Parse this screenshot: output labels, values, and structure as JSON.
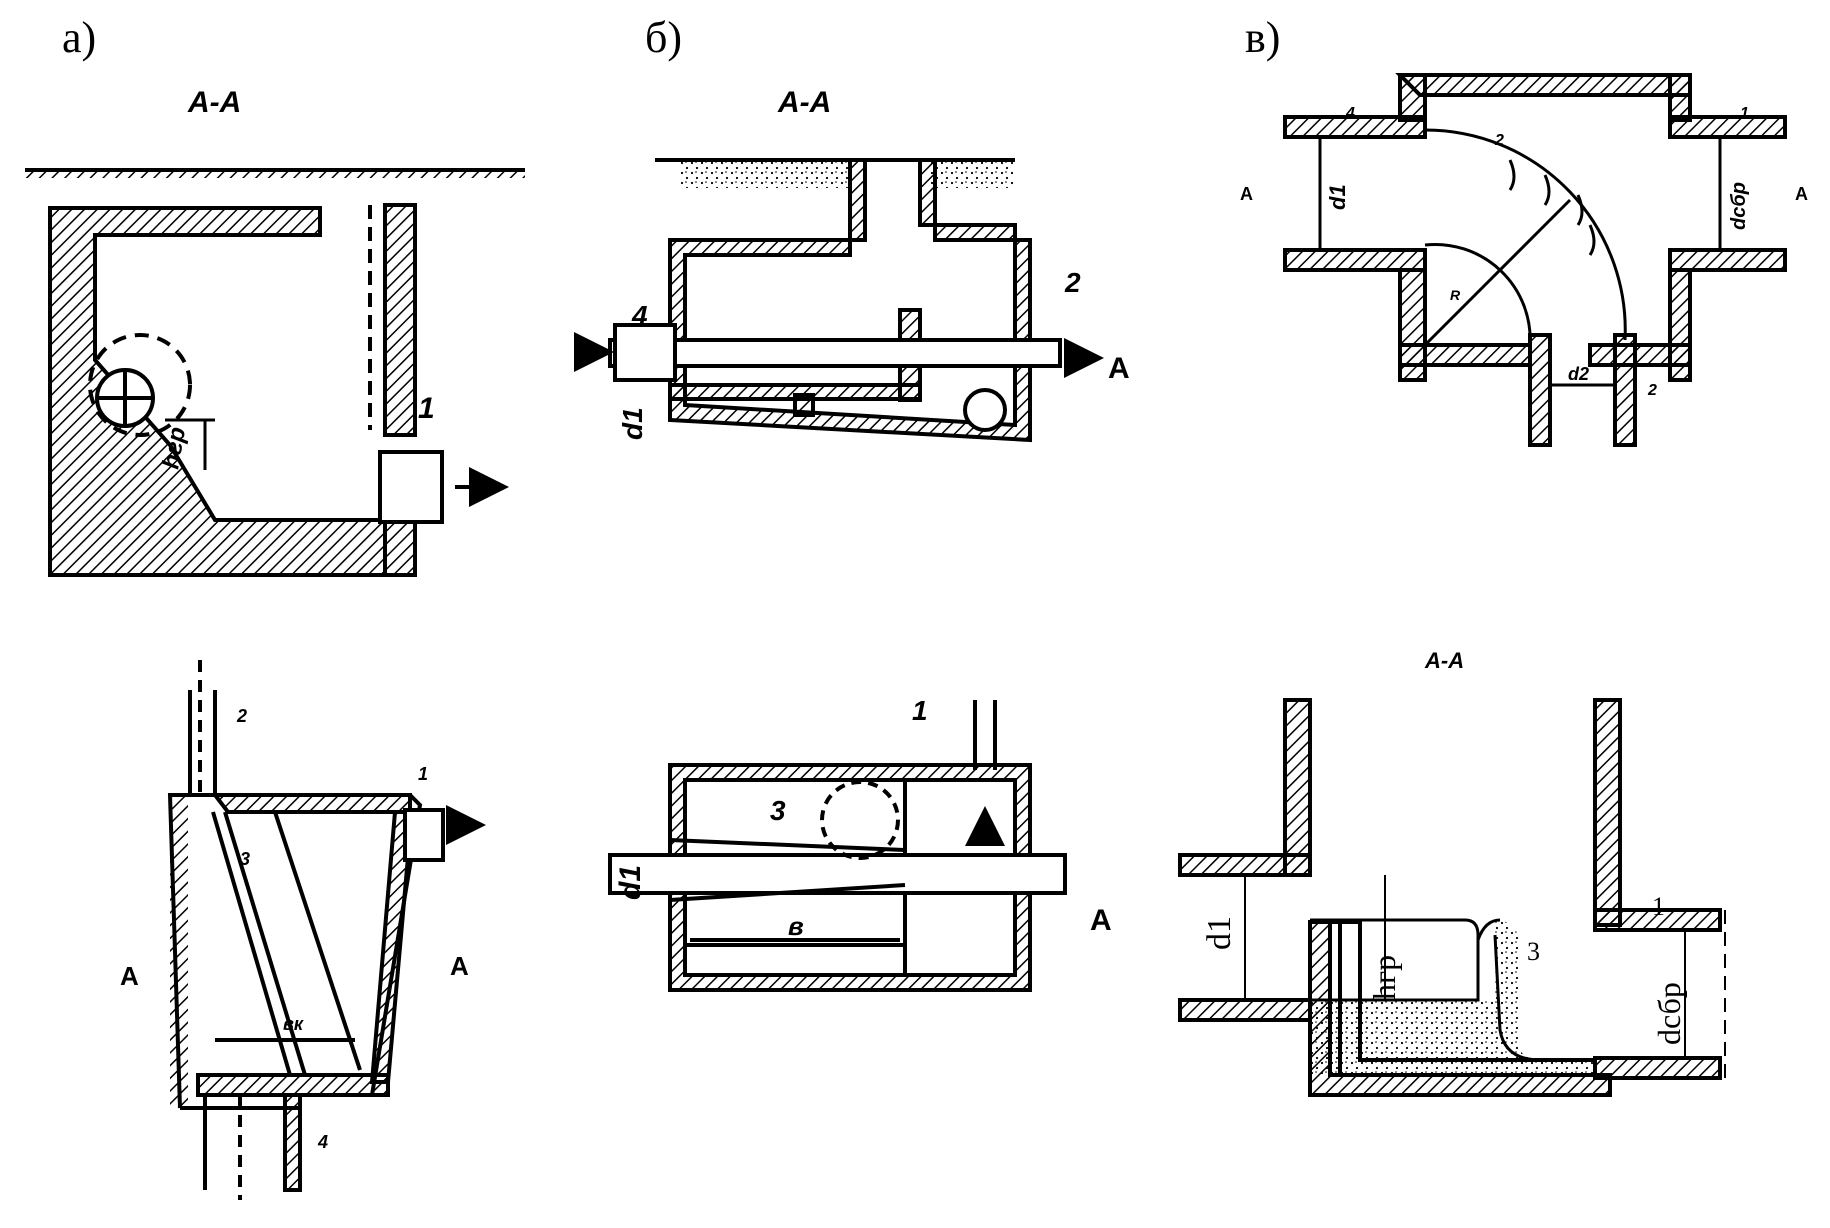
{
  "panels": {
    "a": {
      "label": "а)",
      "section_title": "А-А",
      "callouts": {
        "outlet": "1",
        "inlet_pipe": "2",
        "screen": "3",
        "bottom_pipe": "4"
      },
      "dims": {
        "h_gr": "hгр",
        "b_k": "вк"
      },
      "section_marks": {
        "left": "А",
        "right": "А"
      }
    },
    "b": {
      "label": "б)",
      "section_title": "А-А",
      "callouts": {
        "inlet": "4",
        "outlet": "2",
        "top_pipe": "1",
        "screens": "3"
      },
      "dims": {
        "d1": "d1",
        "d1_plan": "d1",
        "width": "в"
      },
      "section_marks": {
        "top_right": "А",
        "bottom_right": "А"
      }
    },
    "c": {
      "label": "в)",
      "section_title": "А-А",
      "callouts": {
        "inlet": "4",
        "tray": "2",
        "outlet": "1",
        "bottom_pipe": "2",
        "sediment": "3",
        "outlet_section": "1"
      },
      "dims": {
        "d1": "d1",
        "d_sbor": "dсбр",
        "d2": "d2",
        "radius": "R",
        "h_gr": "hгр",
        "d1_section": "d1",
        "d_sbor_section": "dсбр"
      },
      "section_marks": {
        "left": "А",
        "right": "А"
      }
    }
  },
  "colors": {
    "ink": "#000000",
    "paper": "#ffffff"
  }
}
